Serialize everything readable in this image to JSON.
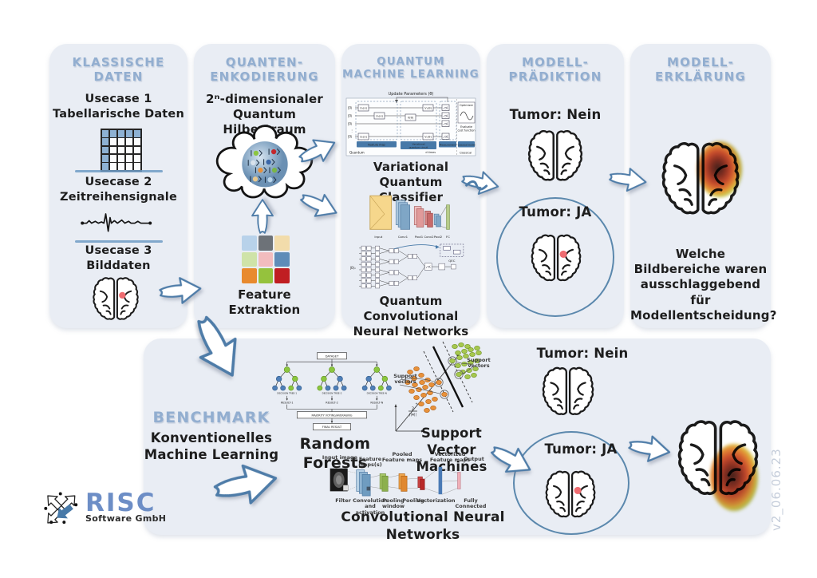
{
  "colors": {
    "panel_bg": "#e9edf4",
    "accent_blue": "#4e7ca8",
    "title_blue": "#92aed0",
    "tumor_red": "#ee6b70",
    "feature_grid": [
      "#b8d2ea",
      "#6d7278",
      "#f2dcab",
      "#cfe3a8",
      "#f2bcbe",
      "#5f8cb8",
      "#e88a2e",
      "#95c23d",
      "#c01e22"
    ]
  },
  "classical_data": {
    "title": "KLASSISCHE\nDATEN",
    "usecase1": "Usecase 1\nTabellarische Daten",
    "usecase2": "Usecase 2\nZeitreihensignale",
    "usecase3": "Usecase 3\nBilddaten"
  },
  "quantum_encoding": {
    "title": "QUANTEN-\nENKODIERUNG",
    "hilbert": "2ⁿ-dimensionaler\nQuantum Hilbertraum",
    "feature": "Feature\nExtraktion"
  },
  "qml": {
    "title": "QUANTUM\nMACHINE LEARNING",
    "vqc_caption": "Variational Quantum\nClassifier",
    "qcnn_caption": "Quantum Convolutional\nNeural Networks",
    "vqc": {
      "update": "Update Parameters (θ)",
      "qubit": "|0⟩",
      "dots": "⋮",
      "u1": "U₁(x)",
      "u2": "U₂(x)",
      "un": "Uₙ(x)",
      "v1": "V₁(θ)",
      "v": "V(θ)",
      "vn": "Vₙ(θ)",
      "feature_map": "Feature map",
      "variational1": "Variational",
      "variational2": "quantum circuit",
      "measurement": "Measurement",
      "classical_model": "Classical model",
      "optimizer": "Optimizer",
      "evaluate1": "Evaluate",
      "evaluate2": "cost function",
      "quantum": "Quantum",
      "classical": "Classical",
      "d_times": "d times"
    },
    "cnn_layers": [
      "Input",
      "Conv1",
      "Pool1",
      "Conv2",
      "Pool2",
      "FC"
    ],
    "qcnn": {
      "input": "|0⟩ₙ",
      "qec": "QEC"
    }
  },
  "prediction": {
    "title": "MODELL-\nPRÄDIKTION",
    "negative": "Tumor: Nein",
    "positive": "Tumor: JA"
  },
  "explanation": {
    "title": "MODELL-\nERKLÄRUNG",
    "question": "Welche\nBildbereiche waren\nausschlaggebend für\nModellentscheidung?"
  },
  "benchmark": {
    "title": "BENCHMARK",
    "subtitle": "Konventionelles\nMachine Learning",
    "rf_caption": "Random Forests",
    "svm_caption": "Support Vector\nMachines",
    "cnn_caption": "Convolutional Neural Networks",
    "negative": "Tumor: Nein",
    "positive": "Tumor: JA",
    "rf": {
      "dataset": "DATASET",
      "tree1": "DECISION TREE-1",
      "tree2": "DECISION TREE-2",
      "tree3": "DECISION TREE-N",
      "result1": "RESULT-1",
      "result2": "RESULT-2",
      "result3": "RESULT-N",
      "voting": "MAJORITY VOTING/AVERAGING",
      "final": "FINAL RESULT"
    },
    "svm": {
      "support_left": "Support\nvectors",
      "support_right": "Support\nvectors",
      "num": "2",
      "den": "||w||",
      "plus": "+"
    },
    "cnn": {
      "input_image": "Input image",
      "feature_maps": "Feature maps(s)",
      "pooled": "Pooled\nFeature maps",
      "vectorized": "Vectorized\nFeature maps",
      "output": "Output",
      "filter": "Filter",
      "conv_act": "Convolution\nand activation",
      "pool_window": "Pooling\nwindow",
      "pooling": "Pooling",
      "vectorization": "Vectorization",
      "fully": "Fully Connected"
    }
  },
  "footer": {
    "brand": "RISC",
    "brand_sub": "Software GmbH",
    "version": "v2_06.06.23"
  }
}
